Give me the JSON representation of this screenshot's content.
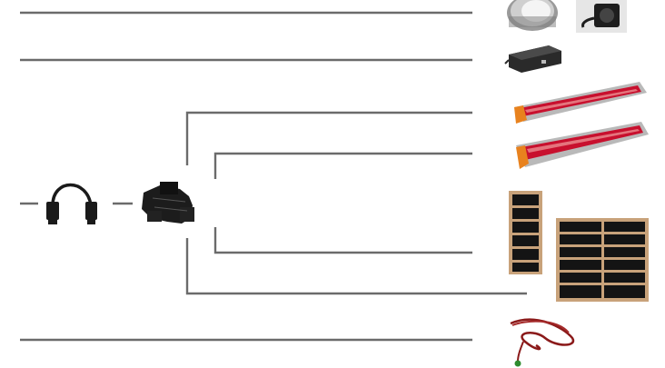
{
  "diagram": {
    "type": "wiring-schematic",
    "colors": {
      "line": "#6b6b6b",
      "cable": "#1a1a1a",
      "heater_red": "#c8102e",
      "heater_metal": "#b9b9b9",
      "heater_endcap": "#e8821e",
      "panel_wood": "#c8a27a",
      "panel_dark": "#141414",
      "sensor_wire": "#8b1a1a",
      "sensor_tip": "#2e8b2e"
    },
    "components": [
      {
        "id": "downlight-recessed-light",
        "icon": "round-recessed-downlight"
      },
      {
        "id": "control-module",
        "icon": "black-box-with-connector"
      },
      {
        "id": "power-unit",
        "icon": "flat-black-box-with-cable"
      },
      {
        "id": "infrared-heater-1",
        "icon": "red-glass-infrared-emitter"
      },
      {
        "id": "infrared-heater-2",
        "icon": "red-glass-infrared-emitter"
      },
      {
        "id": "heat-panel-narrow",
        "icon": "wood-framed-dark-panel"
      },
      {
        "id": "heat-panel-wide",
        "icon": "wood-framed-dark-panel"
      },
      {
        "id": "temperature-sensor",
        "icon": "red-sensor-cable-with-green-tip"
      },
      {
        "id": "connection-cable",
        "icon": "black-cable-with-plugs"
      },
      {
        "id": "distributor-plug",
        "icon": "black-multi-way-connector"
      }
    ]
  }
}
